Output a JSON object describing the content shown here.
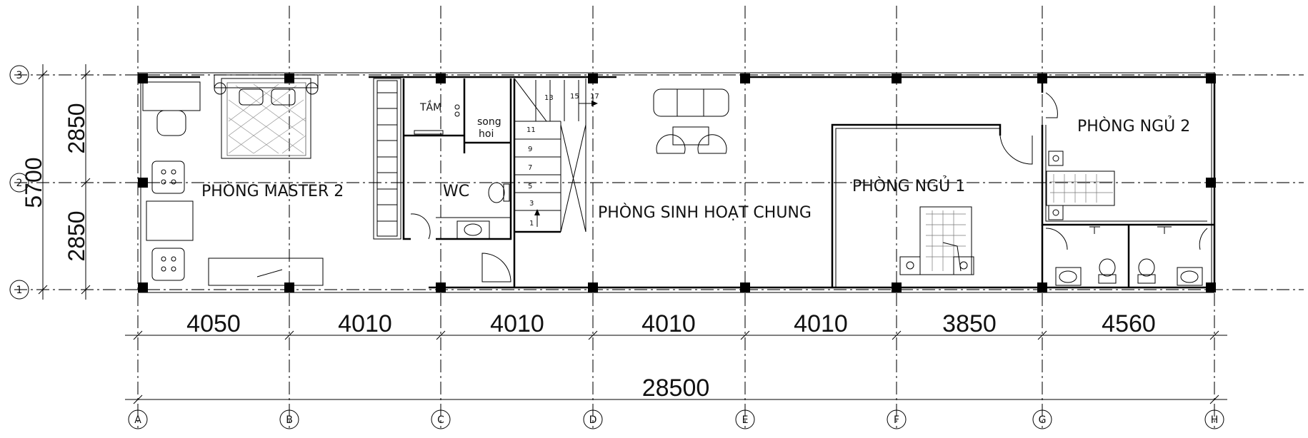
{
  "rooms": {
    "master": "PHÒNG MASTER 2",
    "wc": "WC",
    "tam": "TẮM",
    "shower_line1": "song",
    "shower_line2": "hoi",
    "living": "PHÒNG SINH HOẠT CHUNG",
    "bed1": "PHÒNG NGỦ 1",
    "bed2": "PHÒNG NGỦ 2"
  },
  "stair_numbers": [
    "1",
    "3",
    "5",
    "7",
    "9",
    "11",
    "13",
    "15",
    "17"
  ],
  "dimensions_horizontal": [
    "4050",
    "4010",
    "4010",
    "4010",
    "4010",
    "3850",
    "4560"
  ],
  "dimension_total": "28500",
  "dimensions_vertical": {
    "top": "2850",
    "bottom": "2850",
    "total": "5700"
  },
  "axis_labels_columns": [
    "A",
    "B",
    "C",
    "D",
    "E",
    "F",
    "G",
    "H"
  ],
  "axis_labels_rows": [
    "3",
    "2",
    "1"
  ]
}
